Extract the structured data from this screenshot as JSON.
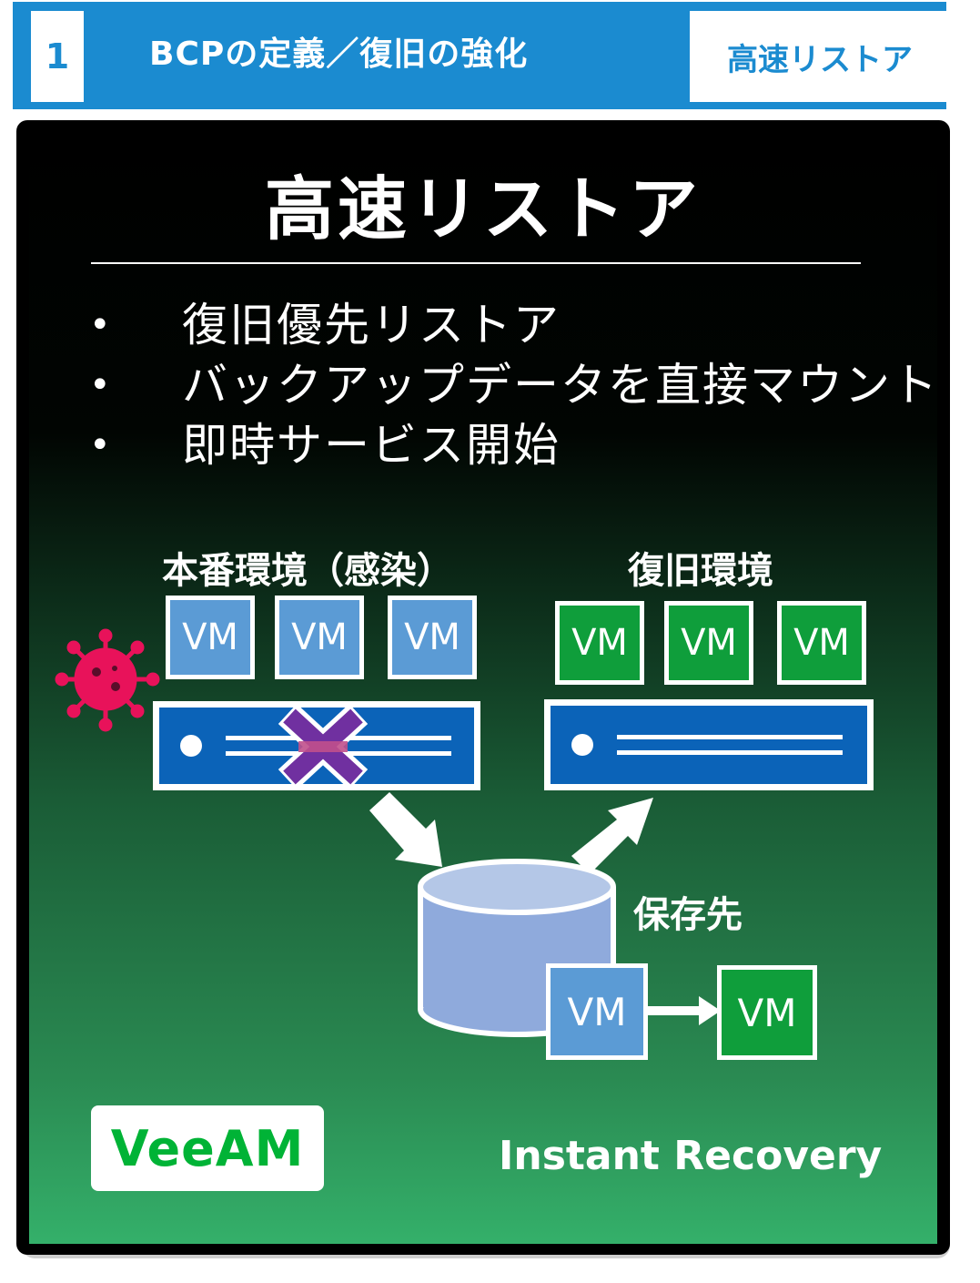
{
  "header": {
    "number": "1",
    "title": "BCPの定義／復旧の強化",
    "tag": "高速リストア"
  },
  "panel": {
    "title": "高速リストア",
    "bullets": [
      "復旧優先リストア",
      "バックアップデータを直接マウント",
      "即時サービス開始"
    ],
    "bullet_symbol": "•"
  },
  "diagram": {
    "production_label": "本番環境（感染）",
    "recovery_label": "復旧環境",
    "storage_label": "保存先",
    "vm_label": "VM",
    "colors": {
      "vm_production": "#5b9bd5",
      "vm_recovery": "#0f9e3b",
      "server": "#0b63b8",
      "storage": "#8faadc",
      "virus": "#e8125a",
      "failure_mark": "#7030a0"
    },
    "icons": [
      "virus-icon",
      "server-icon",
      "database-icon",
      "failure-x-icon",
      "arrow-icon"
    ]
  },
  "footer": {
    "logo_text": "VeeAM",
    "caption": "Instant Recovery"
  }
}
